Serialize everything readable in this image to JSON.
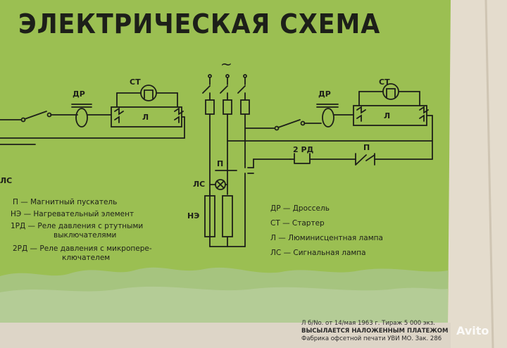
{
  "title": "ЭЛЕКТРИЧЕСКАЯ СХЕМА",
  "colors": {
    "panel": "#9bbf52",
    "ink": "#1d1f19",
    "paper": "#dcd3c3"
  },
  "diagram_labels": {
    "dr_left": "ДР",
    "st_left": "СТ",
    "l_left": "Л",
    "tilde": "~",
    "dr_right": "ДР",
    "st_right": "СТ",
    "l_right": "Л",
    "rd2": "2 РД",
    "p_top": "П",
    "p_side": "П",
    "ls": "ЛС",
    "ne": "НЭ",
    "ls_edge": "ЛС"
  },
  "legend_left": [
    "П — Магнитный пускатель",
    "НЭ — Нагревательный элемент",
    "1РД — Реле давления с ртутными",
    "выключателями",
    "2РД — Реле давления с микропере-",
    "ключателем"
  ],
  "legend_right": [
    "ДР — Дроссель",
    "СТ — Стартер",
    "Л — Люминисцентная лампа",
    "ЛС — Сигнальная лампа"
  ],
  "publisher": [
    "Л б/No. от 14/мая 1963 г. Тираж 5 000 экз.",
    "ВЫСЫЛАЕТСЯ НАЛОЖЕННЫМ ПЛАТЕЖОМ",
    "Фабрика офсетной печати УВИ МО. Зак. 286"
  ],
  "watermark": "Avito"
}
